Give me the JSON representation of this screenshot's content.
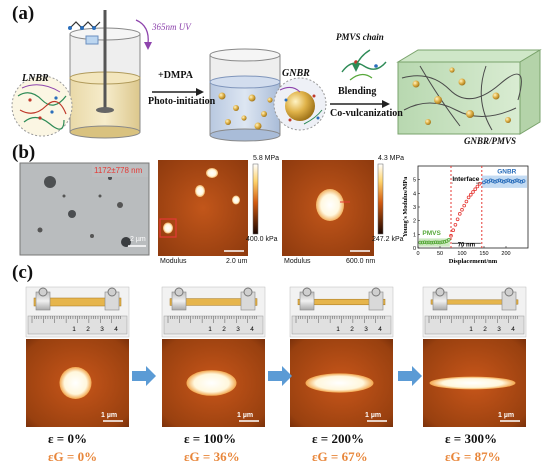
{
  "panels": {
    "a": {
      "label": "(a)"
    },
    "b": {
      "label": "(b)"
    },
    "c": {
      "label": "(c)"
    }
  },
  "schematic": {
    "uv_label": "365nm UV",
    "lnbr_label": "LNBR",
    "dmpa_label": "+DMPA",
    "photo_label": "Photo-initiation",
    "gnbr_label": "GNBR",
    "pmvs_chain_label": "PMVS chain",
    "blending_label": "Blending",
    "covulc_label": "Co-vulcanization",
    "product_label": "GNBR/PMVS"
  },
  "micrographs": {
    "tem_size_label": "1172±778 nm",
    "tem_scale": "2 µm",
    "afm1_caption": "Modulus",
    "afm1_scale": "2.0 um",
    "afm1_cbar_max": "5.8 MPa",
    "afm1_cbar_min": "400.0 kPa",
    "afm2_caption": "Modulus",
    "afm2_scale": "600.0 nm",
    "afm2_cbar_max": "4.3 MPa",
    "afm2_cbar_min": "247.2 kPa"
  },
  "chart_data": {
    "type": "scatter",
    "xlabel": "Displacement/nm",
    "ylabel": "Young's Modulus/MPa",
    "xlim": [
      0,
      250
    ],
    "ylim": [
      0,
      6
    ],
    "xticks": [
      0,
      50,
      100,
      150,
      200
    ],
    "yticks": [
      0,
      1,
      2,
      3,
      4,
      5
    ],
    "annotations": {
      "pmvs": "PMVS",
      "interface": "Interface",
      "gnbr": "GNBR",
      "width": "70 nm"
    },
    "interface_bounds": [
      75,
      145
    ],
    "series": [
      {
        "name": "PMVS",
        "x": [
          5,
          10,
          15,
          20,
          25,
          30,
          35,
          40,
          45,
          50,
          55,
          60,
          65,
          70
        ],
        "y": [
          0.4,
          0.4,
          0.42,
          0.4,
          0.41,
          0.39,
          0.4,
          0.42,
          0.41,
          0.4,
          0.43,
          0.45,
          0.5,
          0.6
        ]
      },
      {
        "name": "Interface",
        "x": [
          75,
          80,
          85,
          90,
          95,
          100,
          105,
          110,
          115,
          120,
          125,
          130,
          135,
          140
        ],
        "y": [
          0.9,
          1.3,
          1.7,
          2.1,
          2.5,
          2.8,
          3.1,
          3.4,
          3.7,
          3.9,
          4.1,
          4.3,
          4.5,
          4.7
        ]
      },
      {
        "name": "GNBR",
        "x": [
          150,
          155,
          160,
          165,
          170,
          175,
          180,
          185,
          190,
          195,
          200,
          205,
          210,
          215,
          220,
          225,
          230,
          235,
          240
        ],
        "y": [
          4.8,
          4.9,
          4.85,
          4.95,
          4.9,
          4.85,
          4.9,
          4.95,
          4.9,
          4.85,
          4.9,
          4.95,
          4.9,
          4.85,
          4.9,
          4.95,
          4.9,
          4.85,
          4.9
        ]
      }
    ]
  },
  "strain_panels": [
    {
      "eps": "ε = 0%",
      "epsg": "εG = 0%",
      "scale": "1 µm"
    },
    {
      "eps": "ε = 100%",
      "epsg": "εG = 36%",
      "scale": "1 µm"
    },
    {
      "eps": "ε = 200%",
      "epsg": "εG = 67%",
      "scale": "1 µm"
    },
    {
      "eps": "ε = 300%",
      "epsg": "εG = 87%",
      "scale": "1 µm"
    }
  ],
  "ruler_numbers": [
    "1",
    "2",
    "3",
    "4"
  ],
  "colors": {
    "arrow_blue": "#5b9bd5",
    "orange": "#e8863a",
    "afm_dark": "#3a1400",
    "afm_mid": "#b44a12",
    "gold": "#d9a43c",
    "green": "#57a83a",
    "red": "#e53935"
  }
}
